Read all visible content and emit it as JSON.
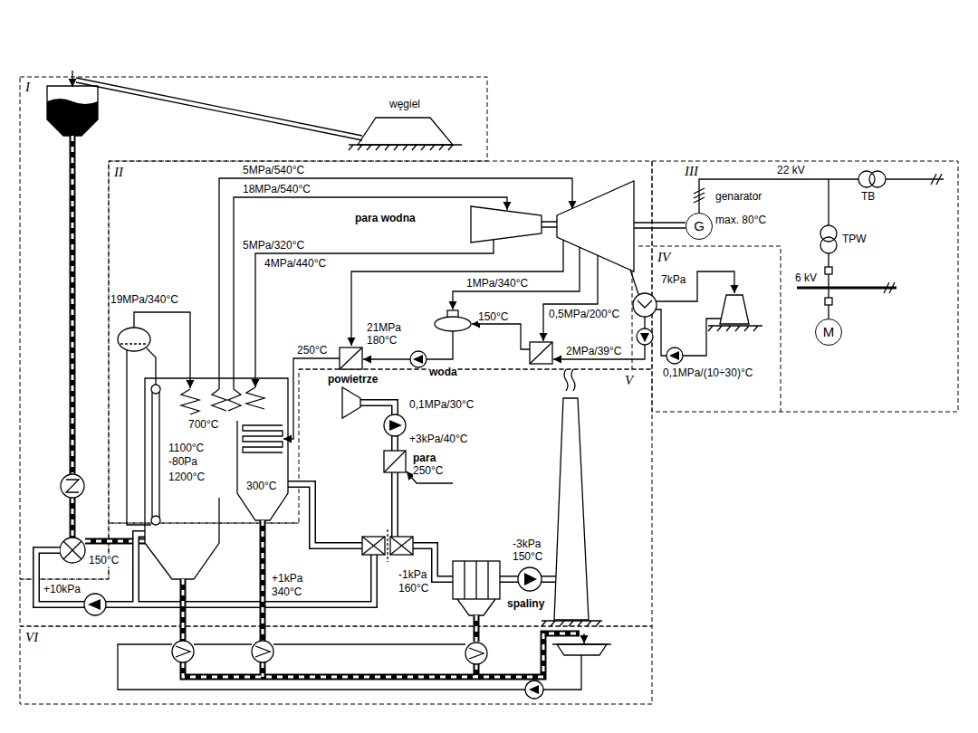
{
  "diagram": {
    "nodes": [
      {
        "text": [
          "G"
        ]
      },
      {
        "text": [
          "M"
        ]
      }
    ],
    "labels": [
      "I",
      "węgiel",
      "II",
      "III",
      "22 kV",
      "TB",
      "genarator",
      "max. 80°C",
      "TPW",
      "6 kV",
      "5MPa/540°C",
      "18MPa/540°C",
      "para wodna",
      "5MPa/320°C",
      "4MPa/440°C",
      "1MPa/340°C",
      "150°C",
      "0,5MPa/200°C",
      "IV",
      "7kPa",
      "19MPa/340°C",
      "21MPa",
      "180°C",
      "250°C",
      "woda",
      "2MPa/39°C",
      "0,1MPa/(10÷30)°C",
      "powietrze",
      "V",
      "0,1MPa/30°C",
      "700°C",
      "+3kPa/40°C",
      "1100°C",
      "-80Pa",
      "1200°C",
      "para",
      "250°C",
      "300°C",
      "-1kPa",
      "160°C",
      "-3kPa",
      "150°C",
      "150°C",
      "spaliny",
      "+10kPa",
      "+1kPa",
      "340°C",
      "VI"
    ]
  }
}
